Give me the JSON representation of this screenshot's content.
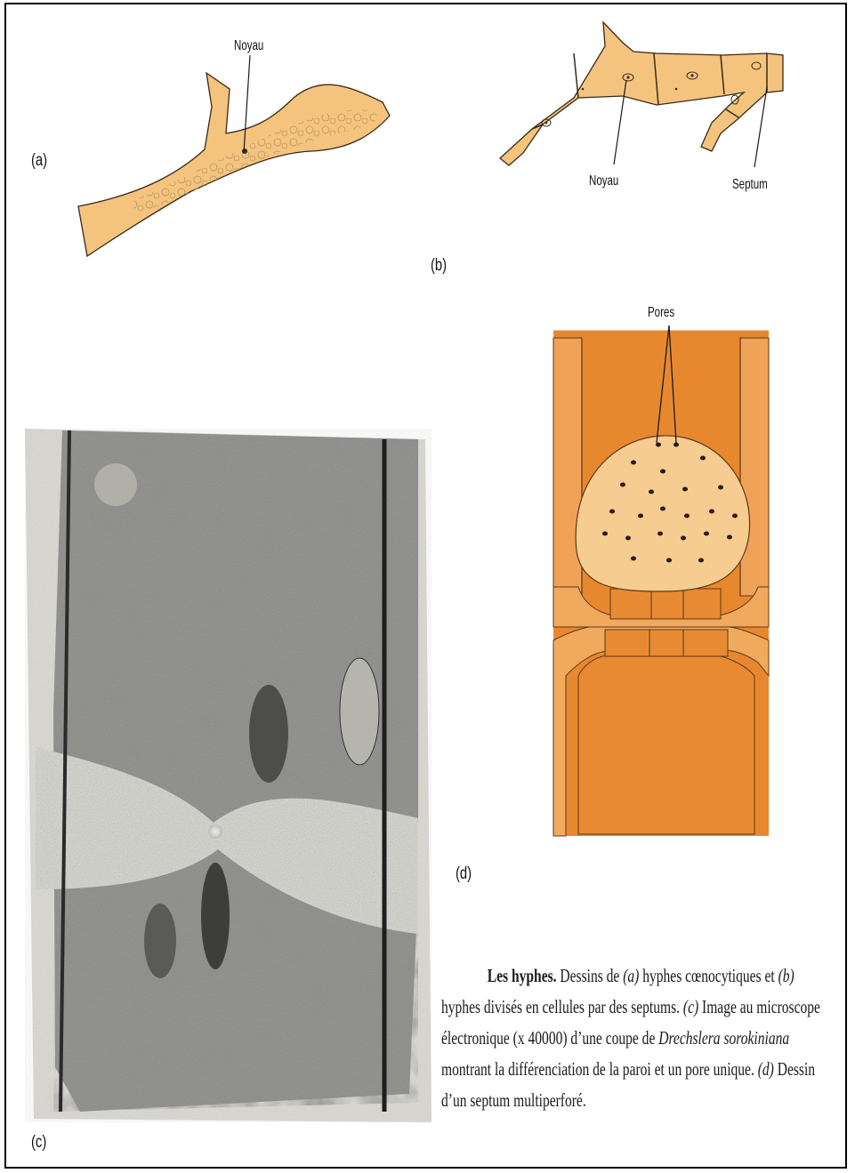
{
  "panels": {
    "a": {
      "label": "(a)",
      "nucleus_label": "Noyau"
    },
    "b": {
      "label": "(b)",
      "nucleus_label": "Noyau",
      "septum_label": "Septum"
    },
    "c": {
      "label": "(c)"
    },
    "d": {
      "label": "(d)",
      "pores_label": "Pores"
    }
  },
  "caption": {
    "title": "Les hyphes.",
    "t1": " Dessins de ",
    "a_ref": "(a)",
    "t2": " hyphes cœnocytiques et ",
    "b_ref": "(b)",
    "t3": " hyphes divisés en cellules par des septums. ",
    "c_ref": "(c)",
    "t4": " Image au microscope électronique (x 40000) d’une coupe de ",
    "species": "Drechslera sorokiniana",
    "t5": " montrant la différenciation de la paroi et un pore unique. ",
    "d_ref": "(d)",
    "t6": " Dessin d’un septum multiperforé."
  },
  "colors": {
    "hypha_fill": "#F4C47E",
    "hypha_outline": "#3a2a1a",
    "orange_dark": "#E8882E",
    "orange_light": "#F6C98A",
    "micrograph_dark": "#4a4a4a",
    "micrograph_light": "#d8d8d2"
  }
}
